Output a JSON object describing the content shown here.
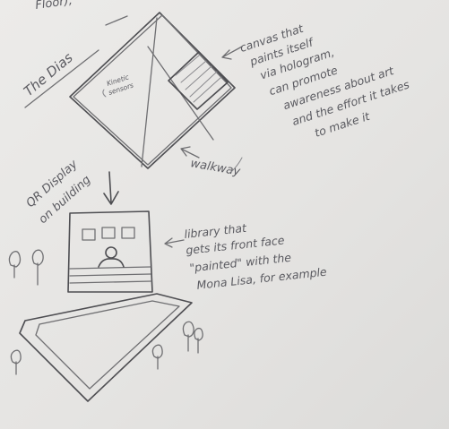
{
  "sketch": {
    "top_fragment": "Floor),",
    "dias_label": "The Dias",
    "inner_label_line1": "Kinetic",
    "inner_label_line2": "sensors",
    "canvas_note": [
      "canvas that",
      "paints itself",
      "via hologram,",
      "can promote",
      "awareness about art",
      "and the effort it takes",
      "to make it"
    ],
    "walkway_label": "walkway",
    "qr_label_line1": "QR Display",
    "qr_label_line2": "on building",
    "library_note": [
      "library that",
      "gets its front face",
      "\"painted\" with the",
      "Mona Lisa, for example"
    ]
  }
}
